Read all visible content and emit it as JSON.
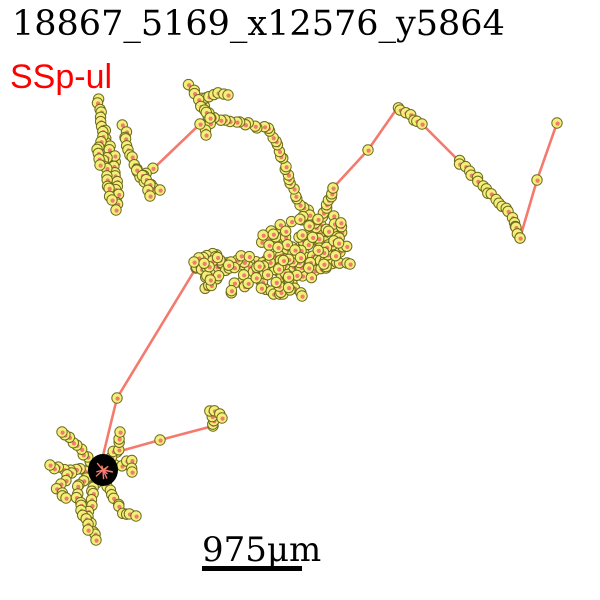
{
  "image_title": "18867_5169_x12576_y5864",
  "region_label": "SSp-ul",
  "scale_bar_label": "975μm",
  "colors": {
    "region": "#ff0000",
    "branch": "#f47a6d",
    "node_fill": "#f3f07a",
    "node_edge": "#6e6a1f",
    "soma": "#000000"
  }
}
